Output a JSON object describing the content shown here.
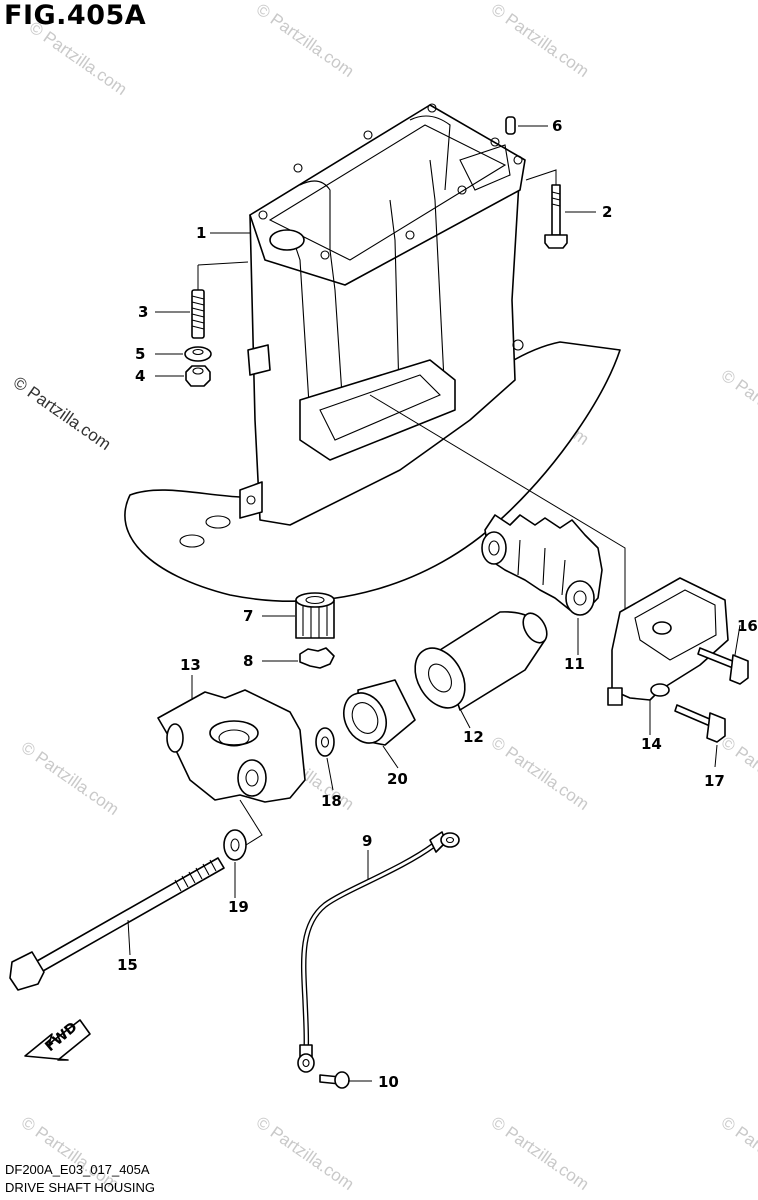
{
  "figure": {
    "title": "FIG.405A"
  },
  "footer": {
    "code": "DF200A_E03_017_405A",
    "caption": "DRIVE SHAFT HOUSING"
  },
  "watermark": {
    "text": "© Partzilla.com"
  },
  "fwd_arrow": {
    "label": "FWD"
  },
  "callouts": [
    "1",
    "2",
    "3",
    "4",
    "5",
    "6",
    "7",
    "8",
    "9",
    "10",
    "11",
    "12",
    "13",
    "14",
    "15",
    "16",
    "17",
    "18",
    "19",
    "20"
  ]
}
